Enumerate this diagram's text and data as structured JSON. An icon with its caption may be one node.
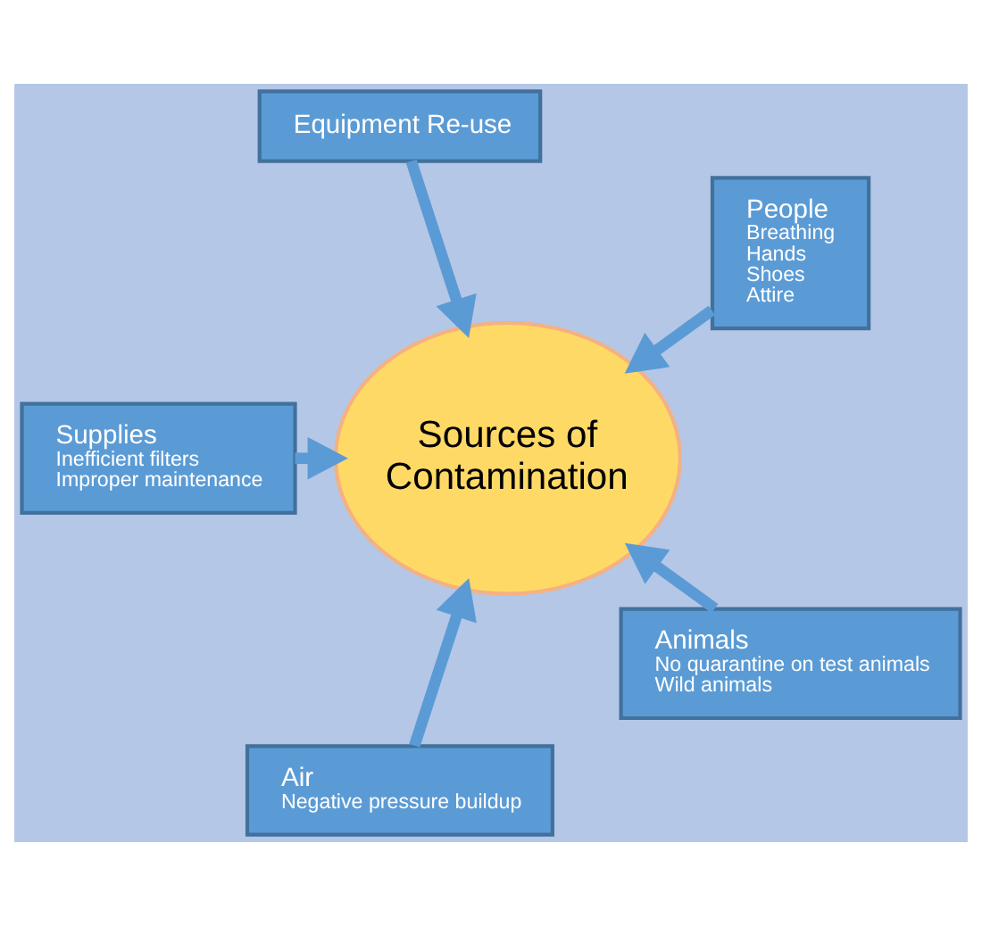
{
  "diagram": {
    "nodes": [
      {
        "text": [
          "People",
          "Breathing",
          "Hands",
          "Shoes",
          "Attire"
        ]
      },
      {
        "text": [
          "Equipment Re-use"
        ]
      },
      {
        "text": [
          "Sources of Contamination"
        ]
      },
      {
        "text": [
          "Supplies",
          "Inefficient filters",
          "Improper maintenance"
        ]
      },
      {
        "text": [
          "Air",
          "Negative pressure buildup"
        ]
      },
      {
        "text": [
          "Animals",
          "No quarantine on test animals",
          "Wild animals"
        ]
      }
    ],
    "edges": [
      {
        "from": 0,
        "to": 2,
        "arrow": "to"
      },
      {
        "from": 1,
        "to": 2,
        "arrow": "to"
      },
      {
        "from": 3,
        "to": 2,
        "arrow": "to"
      },
      {
        "from": 4,
        "to": 2,
        "arrow": "to"
      },
      {
        "from": 5,
        "to": 2,
        "arrow": "to"
      }
    ]
  }
}
